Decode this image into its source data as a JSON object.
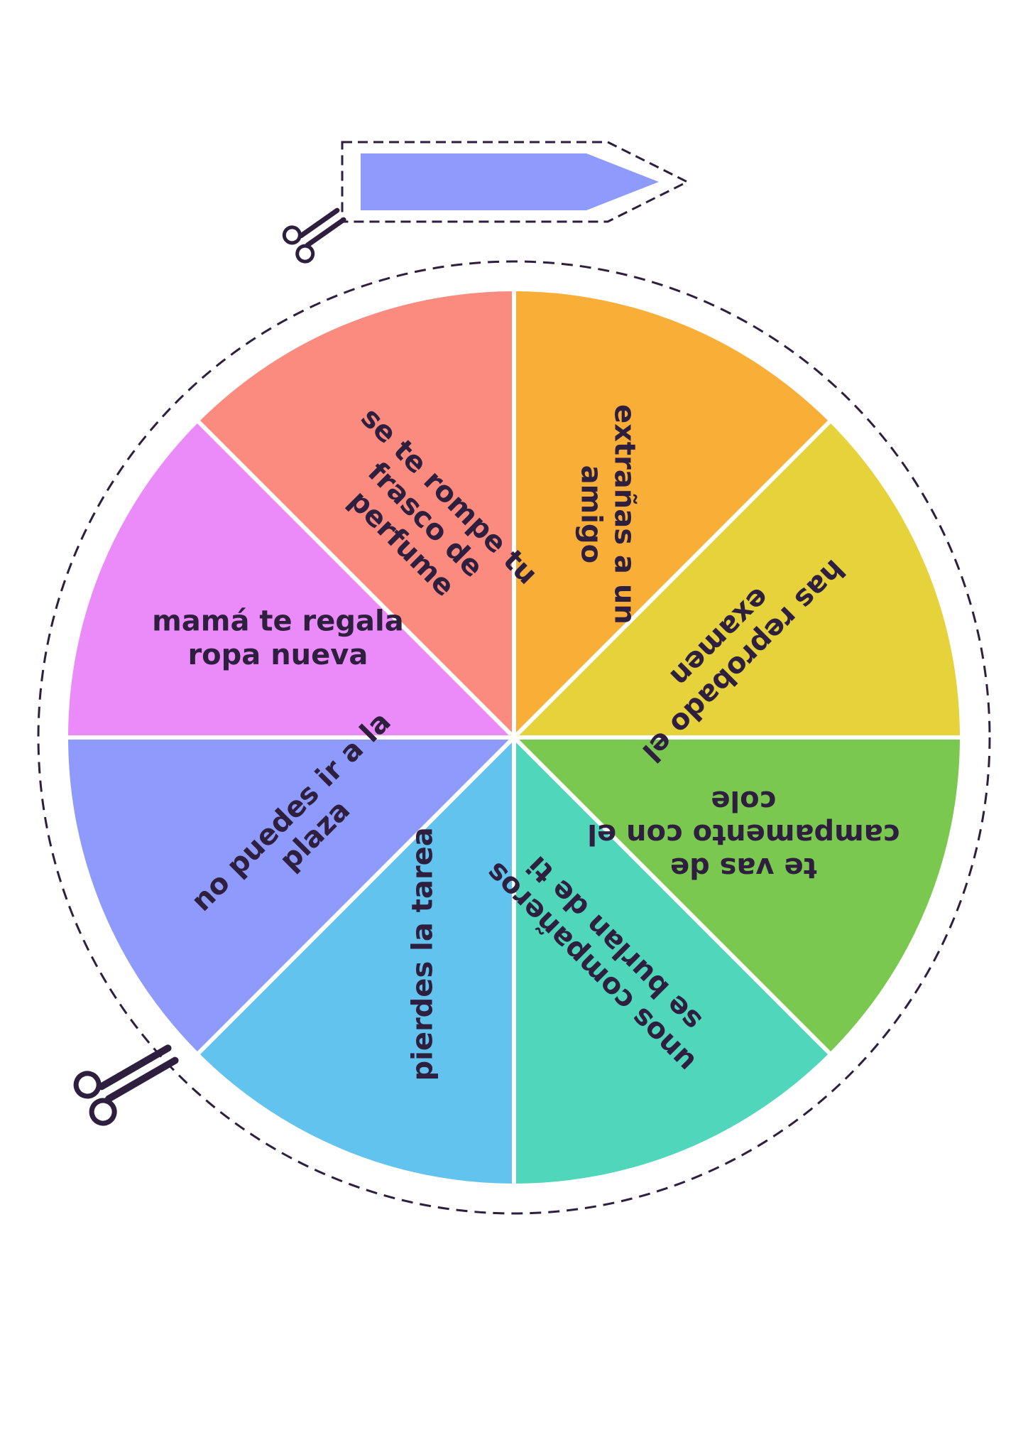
{
  "wheel": {
    "segments": [
      {
        "id": "top-right",
        "color": "#F9AE37",
        "lines": [
          "extrañas a un",
          "amigo"
        ]
      },
      {
        "id": "right-top",
        "color": "#E6D23A",
        "lines": [
          "has reprobado el",
          "examen"
        ]
      },
      {
        "id": "right-bottom",
        "color": "#7AC84F",
        "lines": [
          "te vas de",
          "campamento con el",
          "cole"
        ]
      },
      {
        "id": "bottom-right",
        "color": "#4FD6BB",
        "lines": [
          "unos compañeros",
          "se burlan de ti"
        ]
      },
      {
        "id": "bottom-left",
        "color": "#61C3EE",
        "lines": [
          "pierdes la tarea"
        ]
      },
      {
        "id": "left-bottom",
        "color": "#8E9BFC",
        "lines": [
          "no puedes ir a la",
          "plaza"
        ]
      },
      {
        "id": "left-top",
        "color": "#EB8BFA",
        "lines": [
          "mamá te regala",
          "ropa nueva"
        ]
      },
      {
        "id": "top-left",
        "color": "#FB8B7E",
        "lines": [
          "se te rompe tu",
          "frasco de",
          "perfume"
        ]
      }
    ]
  },
  "pointer": {
    "color": "#8E9BFC",
    "icon": "arrow-pointer"
  },
  "icons": {
    "scissors_top": "scissors-icon",
    "scissors_bottom": "scissors-icon"
  },
  "colors": {
    "ink": "#2f1f3f",
    "divider": "#ffffff",
    "cutline": "#2f1f3f"
  }
}
